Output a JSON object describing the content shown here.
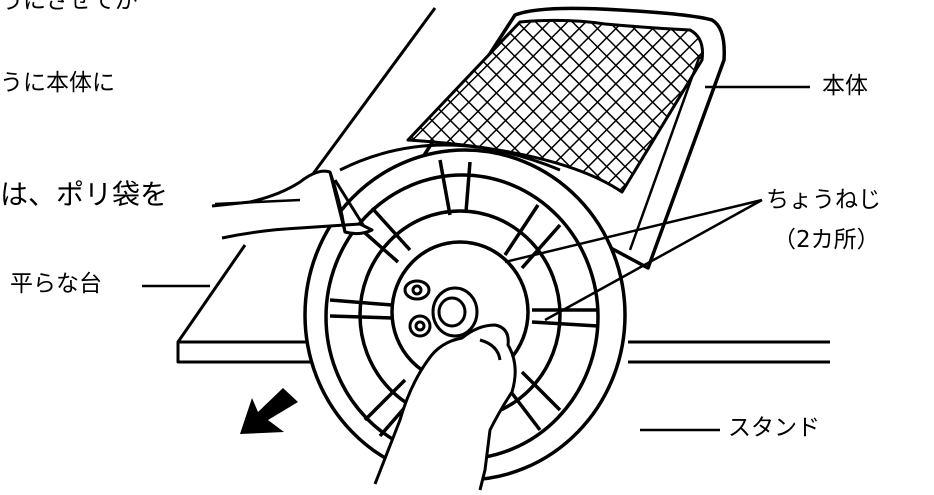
{
  "text_fragments": {
    "top_left": "うにさせてか",
    "line2": "うに本体に",
    "line3": "は、ポリ袋を"
  },
  "labels": {
    "body": "本体",
    "screw": "ちょうねじ",
    "screw_count": "（2カ所）",
    "table": "平らな台",
    "stand": "スタンド"
  }
}
